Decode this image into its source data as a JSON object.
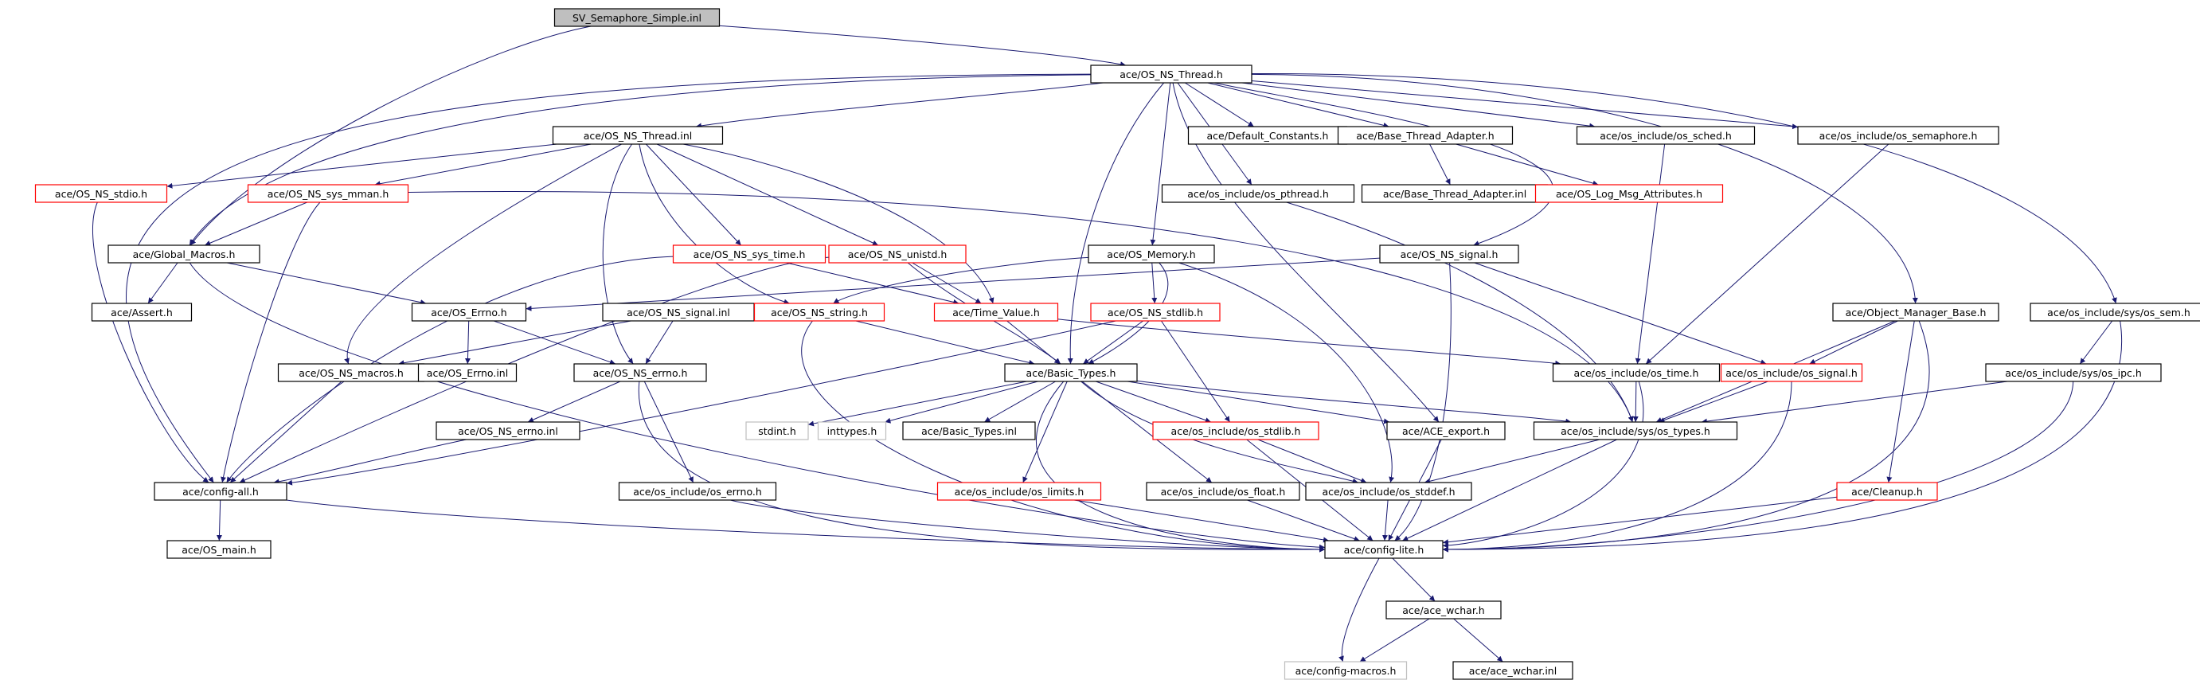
{
  "diagram": {
    "colors": {
      "edge": "#191970",
      "text": "#000000",
      "border_normal": "#000000",
      "border_truncated": "#ff0000",
      "border_external": "#bfbfbf",
      "fill_root": "#bfbfbf",
      "fill_normal": "#ffffff"
    },
    "nodes": [
      {
        "id": "root",
        "label": "SV_Semaphore_Simple.inl",
        "kind": "root"
      },
      {
        "id": "thread_h",
        "label": "ace/OS_NS_Thread.h",
        "kind": "normal"
      },
      {
        "id": "thread_inl",
        "label": "ace/OS_NS_Thread.inl",
        "kind": "normal"
      },
      {
        "id": "default_constants",
        "label": "ace/Default_Constants.h",
        "kind": "normal"
      },
      {
        "id": "base_thread_adapter",
        "label": "ace/Base_Thread_Adapter.h",
        "kind": "normal"
      },
      {
        "id": "os_sched",
        "label": "ace/os_include/os_sched.h",
        "kind": "normal"
      },
      {
        "id": "os_semaphore",
        "label": "ace/os_include/os_semaphore.h",
        "kind": "normal"
      },
      {
        "id": "os_pthread",
        "label": "ace/os_include/os_pthread.h",
        "kind": "normal"
      },
      {
        "id": "base_thread_adapter_inl",
        "label": "ace/Base_Thread_Adapter.inl",
        "kind": "normal"
      },
      {
        "id": "log_msg_attributes",
        "label": "ace/OS_Log_Msg_Attributes.h",
        "kind": "truncated"
      },
      {
        "id": "ns_stdio",
        "label": "ace/OS_NS_stdio.h",
        "kind": "truncated"
      },
      {
        "id": "ns_sys_mman",
        "label": "ace/OS_NS_sys_mman.h",
        "kind": "truncated"
      },
      {
        "id": "global_macros",
        "label": "ace/Global_Macros.h",
        "kind": "normal"
      },
      {
        "id": "ns_sys_time",
        "label": "ace/OS_NS_sys_time.h",
        "kind": "truncated"
      },
      {
        "id": "ns_unistd",
        "label": "ace/OS_NS_unistd.h",
        "kind": "truncated"
      },
      {
        "id": "os_memory",
        "label": "ace/OS_Memory.h",
        "kind": "normal"
      },
      {
        "id": "ns_signal_h",
        "label": "ace/OS_NS_signal.h",
        "kind": "normal"
      },
      {
        "id": "assert_h",
        "label": "ace/Assert.h",
        "kind": "normal"
      },
      {
        "id": "os_errno_h",
        "label": "ace/OS_Errno.h",
        "kind": "normal"
      },
      {
        "id": "ns_signal_inl",
        "label": "ace/OS_NS_signal.inl",
        "kind": "normal"
      },
      {
        "id": "ns_string",
        "label": "ace/OS_NS_string.h",
        "kind": "truncated"
      },
      {
        "id": "time_value",
        "label": "ace/Time_Value.h",
        "kind": "truncated"
      },
      {
        "id": "ns_stdlib",
        "label": "ace/OS_NS_stdlib.h",
        "kind": "truncated"
      },
      {
        "id": "object_manager_base",
        "label": "ace/Object_Manager_Base.h",
        "kind": "normal"
      },
      {
        "id": "sys_os_sem",
        "label": "ace/os_include/sys/os_sem.h",
        "kind": "normal"
      },
      {
        "id": "ns_macros",
        "label": "ace/OS_NS_macros.h",
        "kind": "normal"
      },
      {
        "id": "os_errno_inl",
        "label": "ace/OS_Errno.inl",
        "kind": "normal"
      },
      {
        "id": "ns_errno_h",
        "label": "ace/OS_NS_errno.h",
        "kind": "normal"
      },
      {
        "id": "basic_types_h",
        "label": "ace/Basic_Types.h",
        "kind": "normal"
      },
      {
        "id": "os_time",
        "label": "ace/os_include/os_time.h",
        "kind": "normal"
      },
      {
        "id": "os_signal",
        "label": "ace/os_include/os_signal.h",
        "kind": "truncated"
      },
      {
        "id": "sys_os_ipc",
        "label": "ace/os_include/sys/os_ipc.h",
        "kind": "normal"
      },
      {
        "id": "ns_errno_inl",
        "label": "ace/OS_NS_errno.inl",
        "kind": "normal"
      },
      {
        "id": "stdint",
        "label": "stdint.h",
        "kind": "external"
      },
      {
        "id": "inttypes",
        "label": "inttypes.h",
        "kind": "external"
      },
      {
        "id": "basic_types_inl",
        "label": "ace/Basic_Types.inl",
        "kind": "normal"
      },
      {
        "id": "os_stdlib",
        "label": "ace/os_include/os_stdlib.h",
        "kind": "truncated"
      },
      {
        "id": "ace_export",
        "label": "ace/ACE_export.h",
        "kind": "normal"
      },
      {
        "id": "sys_os_types",
        "label": "ace/os_include/sys/os_types.h",
        "kind": "normal"
      },
      {
        "id": "config_all",
        "label": "ace/config-all.h",
        "kind": "normal"
      },
      {
        "id": "os_errno_incl",
        "label": "ace/os_include/os_errno.h",
        "kind": "normal"
      },
      {
        "id": "os_limits",
        "label": "ace/os_include/os_limits.h",
        "kind": "truncated"
      },
      {
        "id": "os_float",
        "label": "ace/os_include/os_float.h",
        "kind": "normal"
      },
      {
        "id": "os_stddef",
        "label": "ace/os_include/os_stddef.h",
        "kind": "normal"
      },
      {
        "id": "cleanup",
        "label": "ace/Cleanup.h",
        "kind": "truncated"
      },
      {
        "id": "os_main",
        "label": "ace/OS_main.h",
        "kind": "normal"
      },
      {
        "id": "config_lite",
        "label": "ace/config-lite.h",
        "kind": "normal"
      },
      {
        "id": "ace_wchar_h",
        "label": "ace/ace_wchar.h",
        "kind": "normal"
      },
      {
        "id": "config_macros",
        "label": "ace/config-macros.h",
        "kind": "external"
      },
      {
        "id": "ace_wchar_inl",
        "label": "ace/ace_wchar.inl",
        "kind": "normal"
      }
    ],
    "edges": [
      [
        "root",
        "thread_h"
      ],
      [
        "root",
        "global_macros"
      ],
      [
        "thread_h",
        "thread_inl"
      ],
      [
        "thread_h",
        "default_constants"
      ],
      [
        "thread_h",
        "base_thread_adapter"
      ],
      [
        "thread_h",
        "os_sched"
      ],
      [
        "thread_h",
        "os_semaphore"
      ],
      [
        "thread_h",
        "os_pthread"
      ],
      [
        "thread_h",
        "os_memory"
      ],
      [
        "thread_h",
        "ns_signal_h"
      ],
      [
        "thread_h",
        "object_manager_base"
      ],
      [
        "thread_h",
        "sys_os_sem"
      ],
      [
        "thread_h",
        "basic_types_h"
      ],
      [
        "thread_h",
        "ace_export"
      ],
      [
        "thread_h",
        "global_macros"
      ],
      [
        "thread_h",
        "config_all"
      ],
      [
        "thread_inl",
        "ns_stdio"
      ],
      [
        "thread_inl",
        "ns_sys_mman"
      ],
      [
        "thread_inl",
        "ns_sys_time"
      ],
      [
        "thread_inl",
        "ns_unistd"
      ],
      [
        "thread_inl",
        "ns_string"
      ],
      [
        "thread_inl",
        "time_value"
      ],
      [
        "thread_inl",
        "ns_macros"
      ],
      [
        "thread_inl",
        "ns_errno_h"
      ],
      [
        "base_thread_adapter",
        "base_thread_adapter_inl"
      ],
      [
        "base_thread_adapter",
        "log_msg_attributes"
      ],
      [
        "os_sched",
        "os_time"
      ],
      [
        "os_semaphore",
        "os_time"
      ],
      [
        "os_pthread",
        "sys_os_types"
      ],
      [
        "ns_stdio",
        "config_all"
      ],
      [
        "ns_sys_mman",
        "global_macros"
      ],
      [
        "ns_sys_mman",
        "sys_os_types"
      ],
      [
        "ns_sys_mman",
        "config_all"
      ],
      [
        "global_macros",
        "assert_h"
      ],
      [
        "global_macros",
        "os_errno_h"
      ],
      [
        "global_macros",
        "config_lite"
      ],
      [
        "ns_sys_time",
        "time_value"
      ],
      [
        "ns_sys_time",
        "config_all"
      ],
      [
        "ns_unistd",
        "time_value"
      ],
      [
        "ns_unistd",
        "basic_types_h"
      ],
      [
        "ns_unistd",
        "config_all"
      ],
      [
        "os_memory",
        "ns_string"
      ],
      [
        "os_memory",
        "ns_stdlib"
      ],
      [
        "os_memory",
        "basic_types_h"
      ],
      [
        "os_memory",
        "os_stddef"
      ],
      [
        "ns_signal_h",
        "os_signal"
      ],
      [
        "ns_signal_h",
        "os_errno_h"
      ],
      [
        "ns_signal_h",
        "config_lite"
      ],
      [
        "os_errno_h",
        "os_errno_inl"
      ],
      [
        "os_errno_h",
        "ns_errno_h"
      ],
      [
        "ns_signal_inl",
        "ns_macros"
      ],
      [
        "ns_signal_inl",
        "ns_errno_h"
      ],
      [
        "ns_string",
        "basic_types_h"
      ],
      [
        "ns_string",
        "config_lite"
      ],
      [
        "time_value",
        "basic_types_h"
      ],
      [
        "time_value",
        "os_time"
      ],
      [
        "ns_stdlib",
        "basic_types_h"
      ],
      [
        "ns_stdlib",
        "os_stdlib"
      ],
      [
        "ns_stdlib",
        "config_all"
      ],
      [
        "object_manager_base",
        "os_signal"
      ],
      [
        "object_manager_base",
        "sys_os_types"
      ],
      [
        "object_manager_base",
        "cleanup"
      ],
      [
        "object_manager_base",
        "config_lite"
      ],
      [
        "sys_os_sem",
        "sys_os_ipc"
      ],
      [
        "sys_os_sem",
        "config_lite"
      ],
      [
        "ns_macros",
        "config_all"
      ],
      [
        "ns_errno_h",
        "ns_errno_inl"
      ],
      [
        "ns_errno_h",
        "os_errno_incl"
      ],
      [
        "ns_errno_h",
        "config_lite"
      ],
      [
        "basic_types_h",
        "stdint"
      ],
      [
        "basic_types_h",
        "inttypes"
      ],
      [
        "basic_types_h",
        "basic_types_inl"
      ],
      [
        "basic_types_h",
        "os_stdlib"
      ],
      [
        "basic_types_h",
        "ace_export"
      ],
      [
        "basic_types_h",
        "sys_os_types"
      ],
      [
        "basic_types_h",
        "os_limits"
      ],
      [
        "basic_types_h",
        "os_float"
      ],
      [
        "basic_types_h",
        "os_stddef"
      ],
      [
        "basic_types_h",
        "config_lite"
      ],
      [
        "os_time",
        "sys_os_types"
      ],
      [
        "os_time",
        "config_lite"
      ],
      [
        "os_signal",
        "sys_os_types"
      ],
      [
        "os_signal",
        "config_lite"
      ],
      [
        "sys_os_ipc",
        "sys_os_types"
      ],
      [
        "sys_os_ipc",
        "config_lite"
      ],
      [
        "ns_errno_inl",
        "config_all"
      ],
      [
        "os_stdlib",
        "os_stddef"
      ],
      [
        "os_stdlib",
        "config_lite"
      ],
      [
        "ace_export",
        "config_lite"
      ],
      [
        "sys_os_types",
        "os_stddef"
      ],
      [
        "sys_os_types",
        "config_lite"
      ],
      [
        "config_all",
        "os_main"
      ],
      [
        "config_all",
        "config_lite"
      ],
      [
        "os_errno_incl",
        "config_lite"
      ],
      [
        "os_limits",
        "config_lite"
      ],
      [
        "os_float",
        "config_lite"
      ],
      [
        "os_stddef",
        "config_lite"
      ],
      [
        "cleanup",
        "config_lite"
      ],
      [
        "config_lite",
        "ace_wchar_h"
      ],
      [
        "config_lite",
        "config_macros"
      ],
      [
        "ace_wchar_h",
        "config_macros"
      ],
      [
        "ace_wchar_h",
        "ace_wchar_inl"
      ]
    ]
  }
}
